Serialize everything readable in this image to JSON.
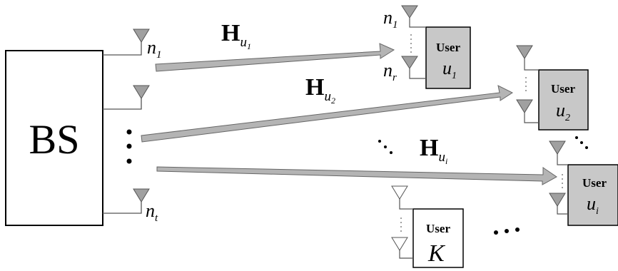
{
  "base_station": {
    "label": "BS",
    "antenna_labels": {
      "first": "n",
      "first_sub": "1",
      "last": "n",
      "last_sub": "t"
    }
  },
  "channels": [
    {
      "symbol": "H",
      "sub": "u",
      "subsub": "1"
    },
    {
      "symbol": "H",
      "sub": "u",
      "subsub": "2"
    },
    {
      "symbol": "H",
      "sub": "u",
      "subsub": "i"
    }
  ],
  "users": [
    {
      "title": "User",
      "var": "u",
      "sub": "1",
      "fill": "#c8c8c8",
      "antenna_top": "n",
      "antenna_top_sub": "1",
      "antenna_bottom": "n",
      "antenna_bottom_sub": "r"
    },
    {
      "title": "User",
      "var": "u",
      "sub": "2",
      "fill": "#c8c8c8"
    },
    {
      "title": "User",
      "var": "u",
      "sub": "i",
      "fill": "#c8c8c8"
    },
    {
      "title": "User",
      "var": "K",
      "sub": "",
      "fill": "#ffffff"
    }
  ],
  "colors": {
    "arrow": "#b4b4b4",
    "antenna": "#a0a0a0",
    "stroke": "#000000"
  }
}
